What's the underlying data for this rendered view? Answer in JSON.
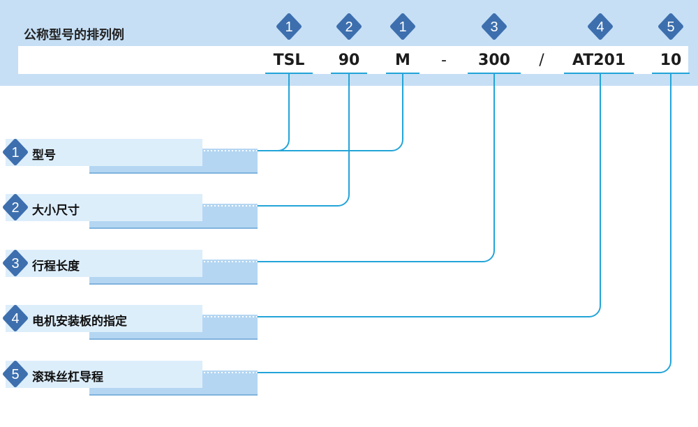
{
  "title": "公称型号的排列例",
  "code_segments": [
    {
      "text": "TSL",
      "badge": "1"
    },
    {
      "text": "90",
      "badge": "2"
    },
    {
      "text": "M",
      "badge": "1"
    },
    {
      "text": "-",
      "badge": ""
    },
    {
      "text": "300",
      "badge": "3"
    },
    {
      "text": "/",
      "badge": ""
    },
    {
      "text": "AT201",
      "badge": "4"
    },
    {
      "text": "10",
      "badge": "5"
    }
  ],
  "items": [
    {
      "num": "1",
      "label": "型号"
    },
    {
      "num": "2",
      "label": "大小尺寸"
    },
    {
      "num": "3",
      "label": "行程长度"
    },
    {
      "num": "4",
      "label": "电机安装板的指定"
    },
    {
      "num": "5",
      "label": "滚珠丝杠导程"
    }
  ],
  "colors": {
    "band": "#c6dff5",
    "badge": "#3d6fae",
    "line": "#22a4d8",
    "box_light": "#ddeefb",
    "box_dark": "#b4d6f2"
  }
}
